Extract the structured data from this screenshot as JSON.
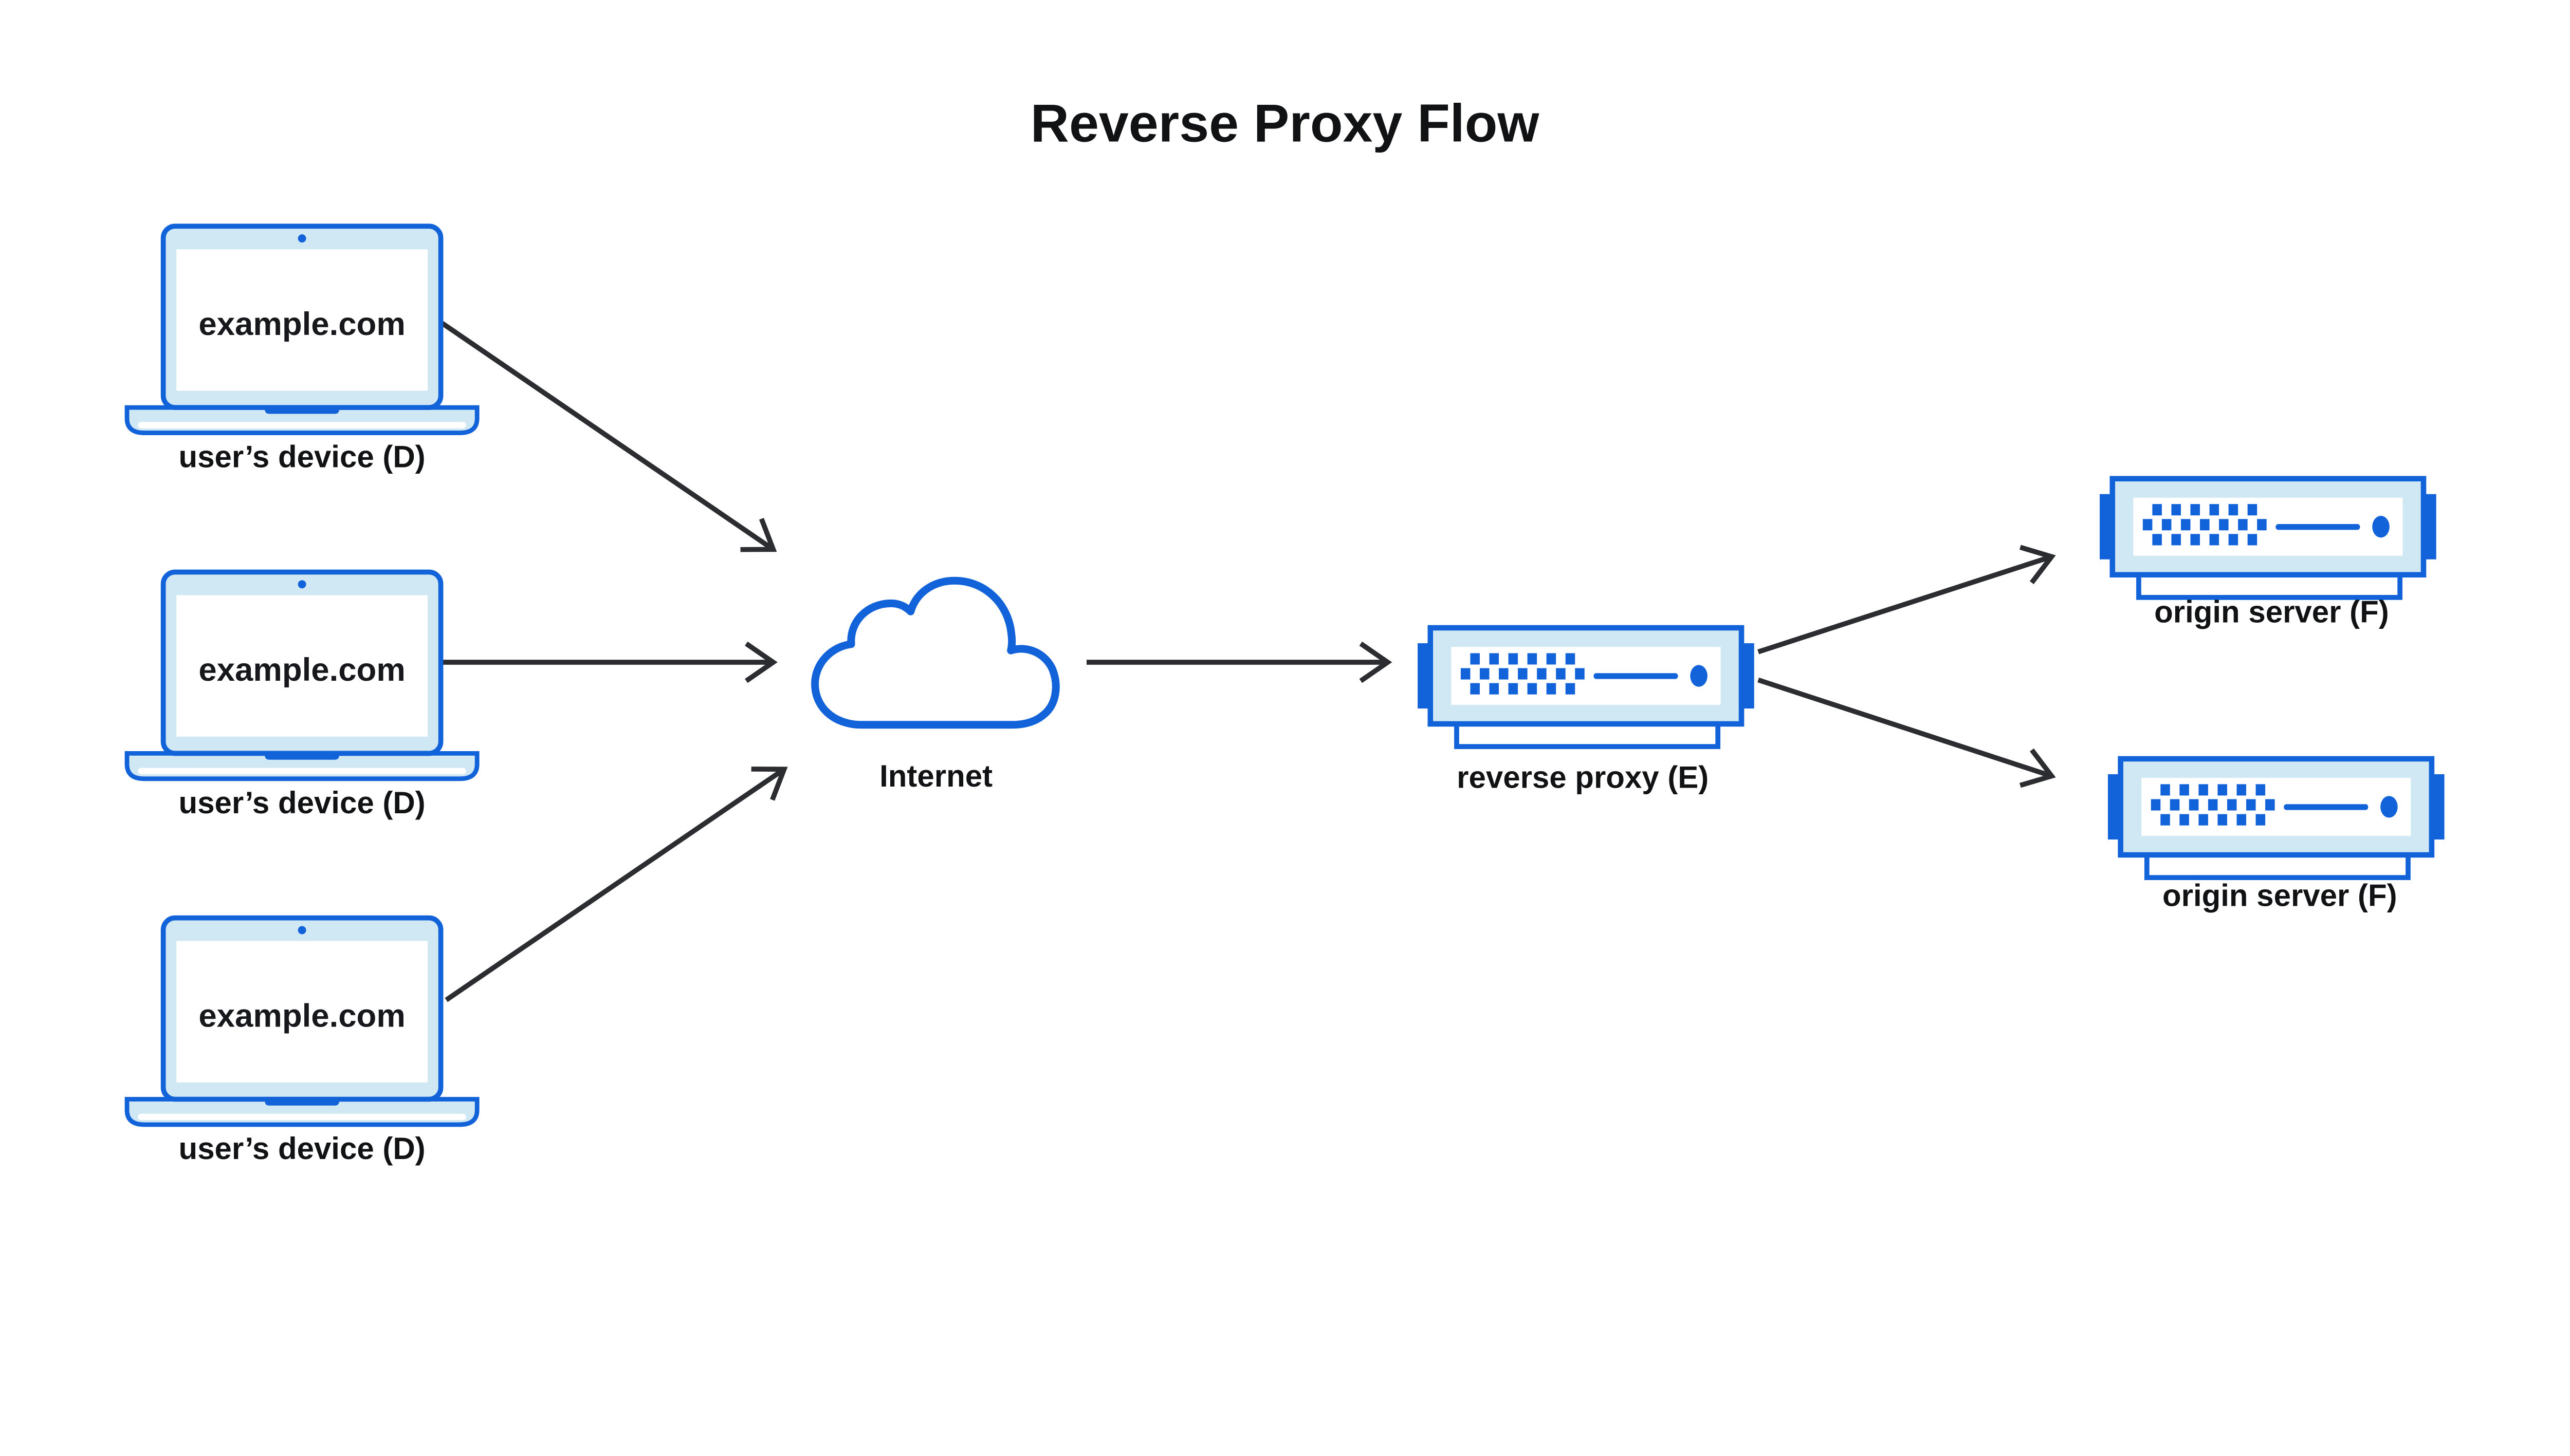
{
  "title": "Reverse Proxy Flow",
  "colors": {
    "blue": "#1262da",
    "light_blue": "#cfe8f3",
    "arrow": "#2b2d30",
    "text": "#101214",
    "background": "#ffffff"
  },
  "nodes": {
    "devices": [
      {
        "id": "user-device-1",
        "icon": "laptop-icon",
        "screen_text": "example.com",
        "label": "user’s device (D)"
      },
      {
        "id": "user-device-2",
        "icon": "laptop-icon",
        "screen_text": "example.com",
        "label": "user’s device (D)"
      },
      {
        "id": "user-device-3",
        "icon": "laptop-icon",
        "screen_text": "example.com",
        "label": "user’s device (D)"
      }
    ],
    "internet": {
      "id": "internet",
      "icon": "cloud-icon",
      "label": "Internet"
    },
    "reverse_proxy": {
      "id": "reverse-proxy",
      "icon": "server-icon",
      "label": "reverse proxy (E)"
    },
    "origin_servers": [
      {
        "id": "origin-server-1",
        "icon": "server-icon",
        "label": "origin server (F)"
      },
      {
        "id": "origin-server-2",
        "icon": "server-icon",
        "label": "origin server (F)"
      }
    ]
  },
  "edges": [
    {
      "from": "user-device-1",
      "to": "internet"
    },
    {
      "from": "user-device-2",
      "to": "internet"
    },
    {
      "from": "user-device-3",
      "to": "internet"
    },
    {
      "from": "internet",
      "to": "reverse-proxy"
    },
    {
      "from": "reverse-proxy",
      "to": "origin-server-1"
    },
    {
      "from": "reverse-proxy",
      "to": "origin-server-2"
    }
  ]
}
